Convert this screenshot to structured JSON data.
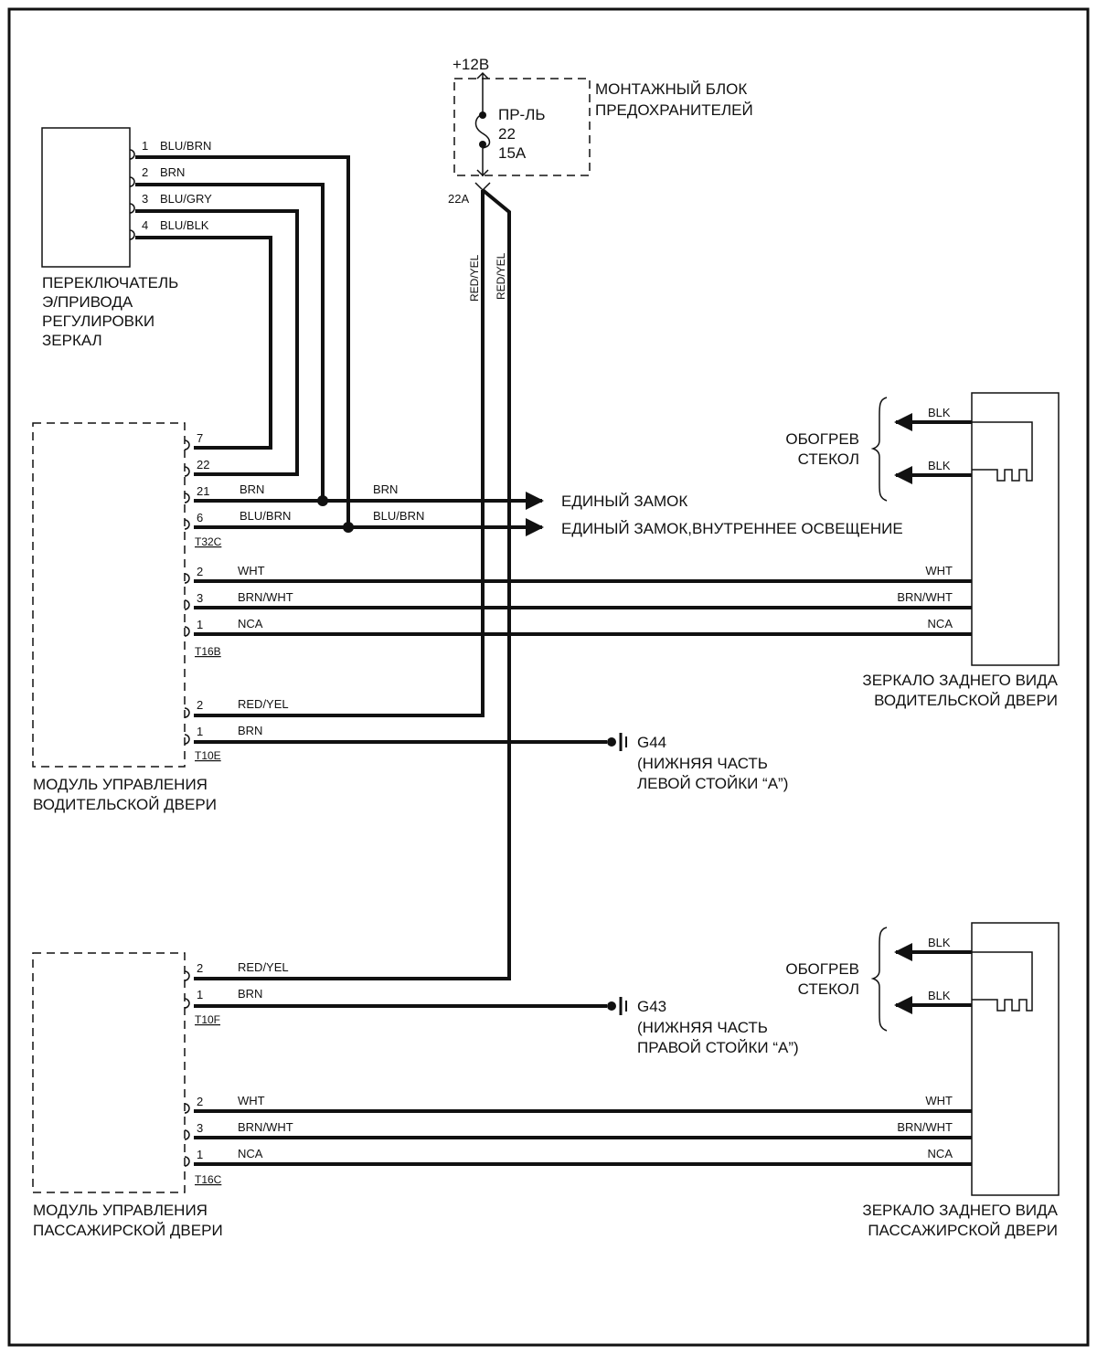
{
  "supply": {
    "voltage": "+12В"
  },
  "fuse_block": {
    "title_1": "МОНТАЖНЫЙ БЛОК",
    "title_2": "ПРЕДОХРАНИТЕЛЕЙ",
    "fuse_1": "ПР-ЛЬ",
    "fuse_2": "22",
    "fuse_3": "15А",
    "terminal": "22A"
  },
  "switch": {
    "label": [
      "ПЕРЕКЛЮЧАТЕЛЬ",
      "Э/ПРИВОДА",
      "РЕГУЛИРОВКИ",
      "ЗЕРКАЛ"
    ],
    "pins": [
      {
        "pin": "1",
        "wire": "BLU/BRN"
      },
      {
        "pin": "2",
        "wire": "BRN"
      },
      {
        "pin": "3",
        "wire": "BLU/GRY"
      },
      {
        "pin": "4",
        "wire": "BLU/BLK"
      }
    ]
  },
  "vertical_wires": {
    "left": "RED/YEL",
    "right": "RED/YEL"
  },
  "driver_module": {
    "label_1": "МОДУЛЬ УПРАВЛЕНИЯ",
    "label_2": "ВОДИТЕЛЬСКОЙ ДВЕРИ",
    "t32c": {
      "name": "T32C",
      "pins": [
        "7",
        "22",
        "21",
        "6"
      ],
      "wires": [
        "BRN",
        "BLU/BRN"
      ]
    },
    "t16b": {
      "name": "T16B",
      "pins": [
        "2",
        "3",
        "1"
      ],
      "wires": [
        "WHT",
        "BRN/WHT",
        "NCA"
      ]
    },
    "t10e": {
      "name": "T10E",
      "pins": [
        "2",
        "1"
      ],
      "wires": [
        "RED/YEL",
        "BRN"
      ]
    }
  },
  "splices": {
    "wire_1": "BRN",
    "wire_2": "BLU/BRN"
  },
  "outputs": {
    "central_lock": "ЕДИНЫЙ ЗАМОК",
    "central_lock_light": "ЕДИНЫЙ ЗАМОК,ВНУТРЕННЕЕ ОСВЕЩЕНИЕ"
  },
  "ground_g44": {
    "name": "G44",
    "desc_1": "(НИЖНЯЯ ЧАСТЬ",
    "desc_2": "ЛЕВОЙ СТОЙКИ “А”)"
  },
  "driver_mirror": {
    "label_1": "ЗЕРКАЛО ЗАДНЕГО ВИДА",
    "label_2": "ВОДИТЕЛЬСКОЙ ДВЕРИ",
    "heater_1": "ОБОГРЕВ",
    "heater_2": "СТЕКОЛ",
    "heater_wires": [
      "BLK",
      "BLK"
    ],
    "wires": [
      "WHT",
      "BRN/WHT",
      "NCA"
    ]
  },
  "passenger_module": {
    "label_1": "МОДУЛЬ УПРАВЛЕНИЯ",
    "label_2": "ПАССАЖИРСКОЙ ДВЕРИ",
    "t10f": {
      "name": "T10F",
      "pins": [
        "2",
        "1"
      ],
      "wires": [
        "RED/YEL",
        "BRN"
      ]
    },
    "t16c": {
      "name": "T16C",
      "pins": [
        "2",
        "3",
        "1"
      ],
      "wires": [
        "WHT",
        "BRN/WHT",
        "NCA"
      ]
    }
  },
  "ground_g43": {
    "name": "G43",
    "desc_1": "(НИЖНЯЯ ЧАСТЬ",
    "desc_2": "ПРАВОЙ СТОЙКИ “А”)"
  },
  "passenger_mirror": {
    "label_1": "ЗЕРКАЛО ЗАДНЕГО ВИДА",
    "label_2": "ПАССАЖИРСКОЙ ДВЕРИ",
    "heater_1": "ОБОГРЕВ",
    "heater_2": "СТЕКОЛ",
    "heater_wires": [
      "BLK",
      "BLK"
    ],
    "wires": [
      "WHT",
      "BRN/WHT",
      "NCA"
    ]
  }
}
